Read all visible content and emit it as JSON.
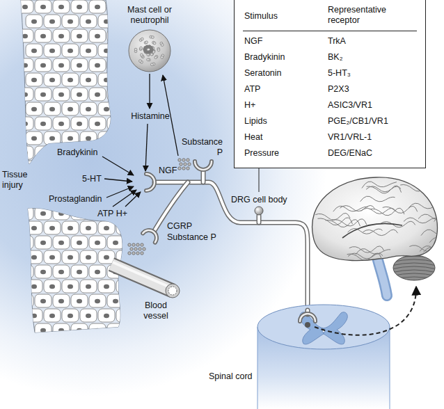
{
  "diagram": {
    "nodes": [
      {
        "text": [
          "Stimulus",
          "Representative receptor",
          "NGF",
          "TrkA",
          "Bradykinin",
          "BK₂",
          "Seratonin",
          "5-HT₃",
          "ATP",
          "P2X3",
          "H+",
          "ASIC3/VR1",
          "Lipids",
          "PGE₂/CB1/VR1",
          "Heat",
          "VR1/VRL-1",
          "Pressure",
          "DEG/ENaC"
        ]
      },
      {
        "text": [
          "Mast cell or neutrophil"
        ]
      }
    ],
    "labels": [
      "Substance P",
      "Histamine",
      "NGF",
      "Bradykinin",
      "5-HT",
      "Prostaglandin",
      "ATP H+",
      "Tissue injury",
      "CGRP",
      "Substance P",
      "Blood vessel",
      "DRG cell body",
      "Spinal cord"
    ]
  }
}
